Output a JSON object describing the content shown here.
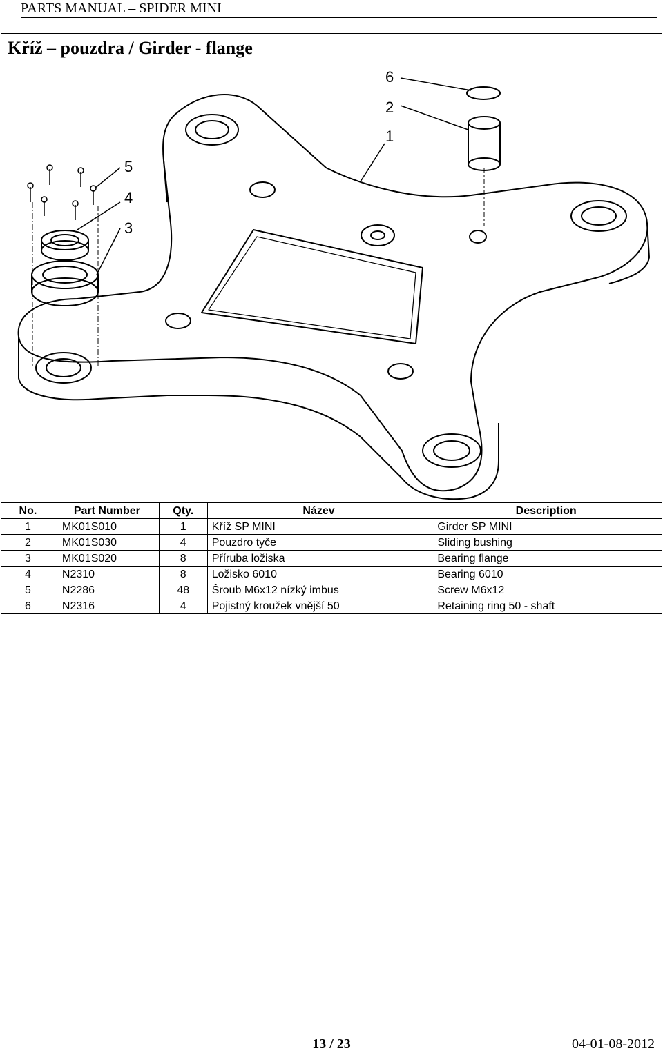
{
  "header": {
    "title": "PARTS MANUAL – SPIDER MINI"
  },
  "section": {
    "title": "Kříž – pouzdra / Girder - flange"
  },
  "drawing": {
    "callouts": [
      "6",
      "2",
      "1",
      "5",
      "4",
      "3"
    ]
  },
  "table": {
    "columns": [
      "No.",
      "Part Number",
      "Qty.",
      "Název",
      "Description"
    ],
    "rows": [
      [
        "1",
        "MK01S010",
        "1",
        "Kříž SP MINI",
        "Girder SP MINI"
      ],
      [
        "2",
        "MK01S030",
        "4",
        "Pouzdro tyče",
        "Sliding bushing"
      ],
      [
        "3",
        "MK01S020",
        "8",
        "Příruba ložiska",
        "Bearing flange"
      ],
      [
        "4",
        "N2310",
        "8",
        "Ložisko 6010",
        "Bearing 6010"
      ],
      [
        "5",
        "N2286",
        "48",
        "Šroub M6x12 nízký imbus",
        "Screw M6x12"
      ],
      [
        "6",
        "N2316",
        "4",
        "Pojistný kroužek vnější 50",
        "Retaining ring 50 - shaft"
      ]
    ]
  },
  "footer": {
    "page": "13 / 23",
    "code": "04-01-08-2012"
  }
}
